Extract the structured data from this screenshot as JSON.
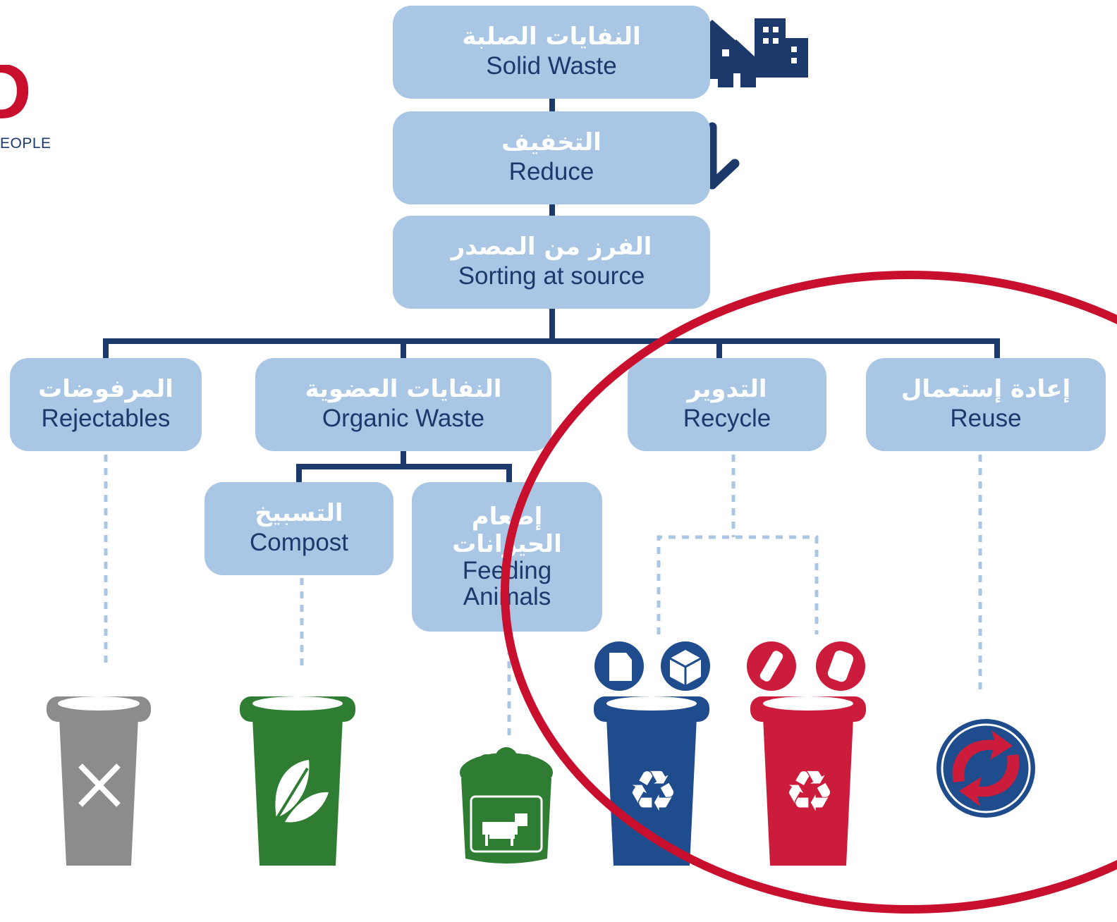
{
  "logo": {
    "text": "EOPLE",
    "letter": "D"
  },
  "nodes": {
    "solid": {
      "ar": "النفايات الصلبة",
      "en": "Solid Waste"
    },
    "reduce": {
      "ar": "التخفيف",
      "en": "Reduce"
    },
    "sorting": {
      "ar": "الفرز من المصدر",
      "en": "Sorting at source"
    },
    "reject": {
      "ar": "المرفوضات",
      "en": "Rejectables"
    },
    "organic": {
      "ar": "النفايات العضوية",
      "en": "Organic Waste"
    },
    "recycle": {
      "ar": "التدوير",
      "en": "Recycle"
    },
    "reuse": {
      "ar": "إعادة إستعمال",
      "en": "Reuse"
    },
    "compost": {
      "ar": "التسبيخ",
      "en": "Compost"
    },
    "feeding": {
      "ar": "إطعام الحيوانات",
      "en": "Feeding Animals"
    }
  },
  "colors": {
    "node_bg": "#a9c6e5",
    "navy": "#1b3a6b",
    "bin_gray": "#8c8c8c",
    "bin_green": "#2e7d32",
    "bin_blue": "#1e4c8c",
    "bin_red": "#cc1c3c",
    "highlight_ring": "#c8102e"
  },
  "icons": [
    "buildings-icon",
    "down-arrow-icon",
    "gray-bin-x-icon",
    "green-bin-leaf-icon",
    "animal-feed-bucket-icon",
    "paper-icon",
    "box-icon",
    "bottle-icon",
    "can-icon",
    "blue-bin-recycle-icon",
    "red-bin-recycle-icon",
    "reuse-arrows-icon"
  ]
}
